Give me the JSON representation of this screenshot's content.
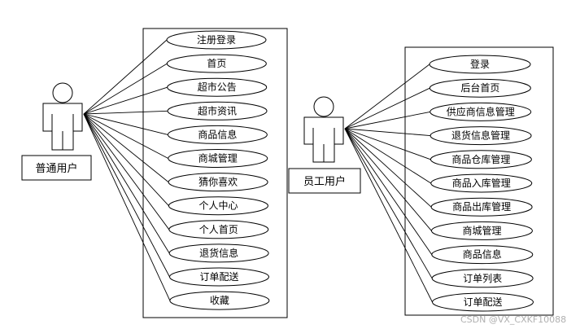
{
  "actors": [
    {
      "id": "regular-user",
      "label": "普通用户"
    },
    {
      "id": "staff-user",
      "label": "员工用户"
    }
  ],
  "left_use_cases": [
    "注册登录",
    "首页",
    "超市公告",
    "超市资讯",
    "商品信息",
    "商城管理",
    "猜你喜欢",
    "个人中心",
    "个人首页",
    "退货信息",
    "订单配送",
    "收藏"
  ],
  "right_use_cases": [
    "登录",
    "后台首页",
    "供应商信息管理",
    "退货信息管理",
    "商品仓库管理",
    "商品入库管理",
    "商品出库管理",
    "商城管理",
    "商品信息",
    "订单列表",
    "订单配送"
  ],
  "watermark": "CSDN @VX_CXKF10088"
}
